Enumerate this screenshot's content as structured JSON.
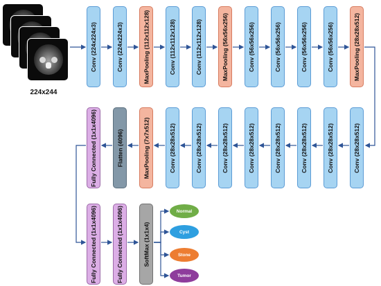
{
  "input": {
    "label": "224x244"
  },
  "colors": {
    "conv_fill": "#a6d4f2",
    "conv_border": "#5b9bd5",
    "pool_fill": "#f4b59f",
    "pool_border": "#d77b5f",
    "fc_fill": "#dcaee6",
    "fc_border": "#9c6aa8",
    "flatten_fill": "#8398a8",
    "flatten_border": "#5b6f7e",
    "softmax_fill": "#a6a6a6",
    "softmax_border": "#707070",
    "arrow": "#2f5597"
  },
  "row1": [
    "Conv (224x224x3)",
    "Conv (224x224x3)",
    "MaxPooling (112x112x128)",
    "Conv (112x112x128)",
    "Conv (112x112x128)",
    "MaxPooling (56x56x256)",
    "Conv (56x56x256)",
    "Conv (56x56x256)",
    "Conv (56x56x256)",
    "Conv (56x56x256)",
    "MaxPooling (28x28x512)"
  ],
  "row2": [
    "Fully Connected (1x1x4096)",
    "Flatten (4096)",
    "MaxPooling (7x7x512)",
    "Conv (28x28x512)",
    "Conv (28x28x512)",
    "Conv (28x28x512)",
    "Conv (28x28x512)",
    "Conv (28x28x512)",
    "Conv (28x28x512)",
    "Conv (28x28x512)",
    "Conv (28x28x512)"
  ],
  "row3": [
    "Fully Connected (1x1x4096)",
    "Fully Connected (1x1x4096)",
    "SoftMax (1x1x4)"
  ],
  "outputs": [
    {
      "label": "Normal",
      "color": "#70ad47"
    },
    {
      "label": "Cyst",
      "color": "#2e9fe0"
    },
    {
      "label": "Stone",
      "color": "#ed7d31"
    },
    {
      "label": "Tumor",
      "color": "#8e3c9c"
    }
  ]
}
